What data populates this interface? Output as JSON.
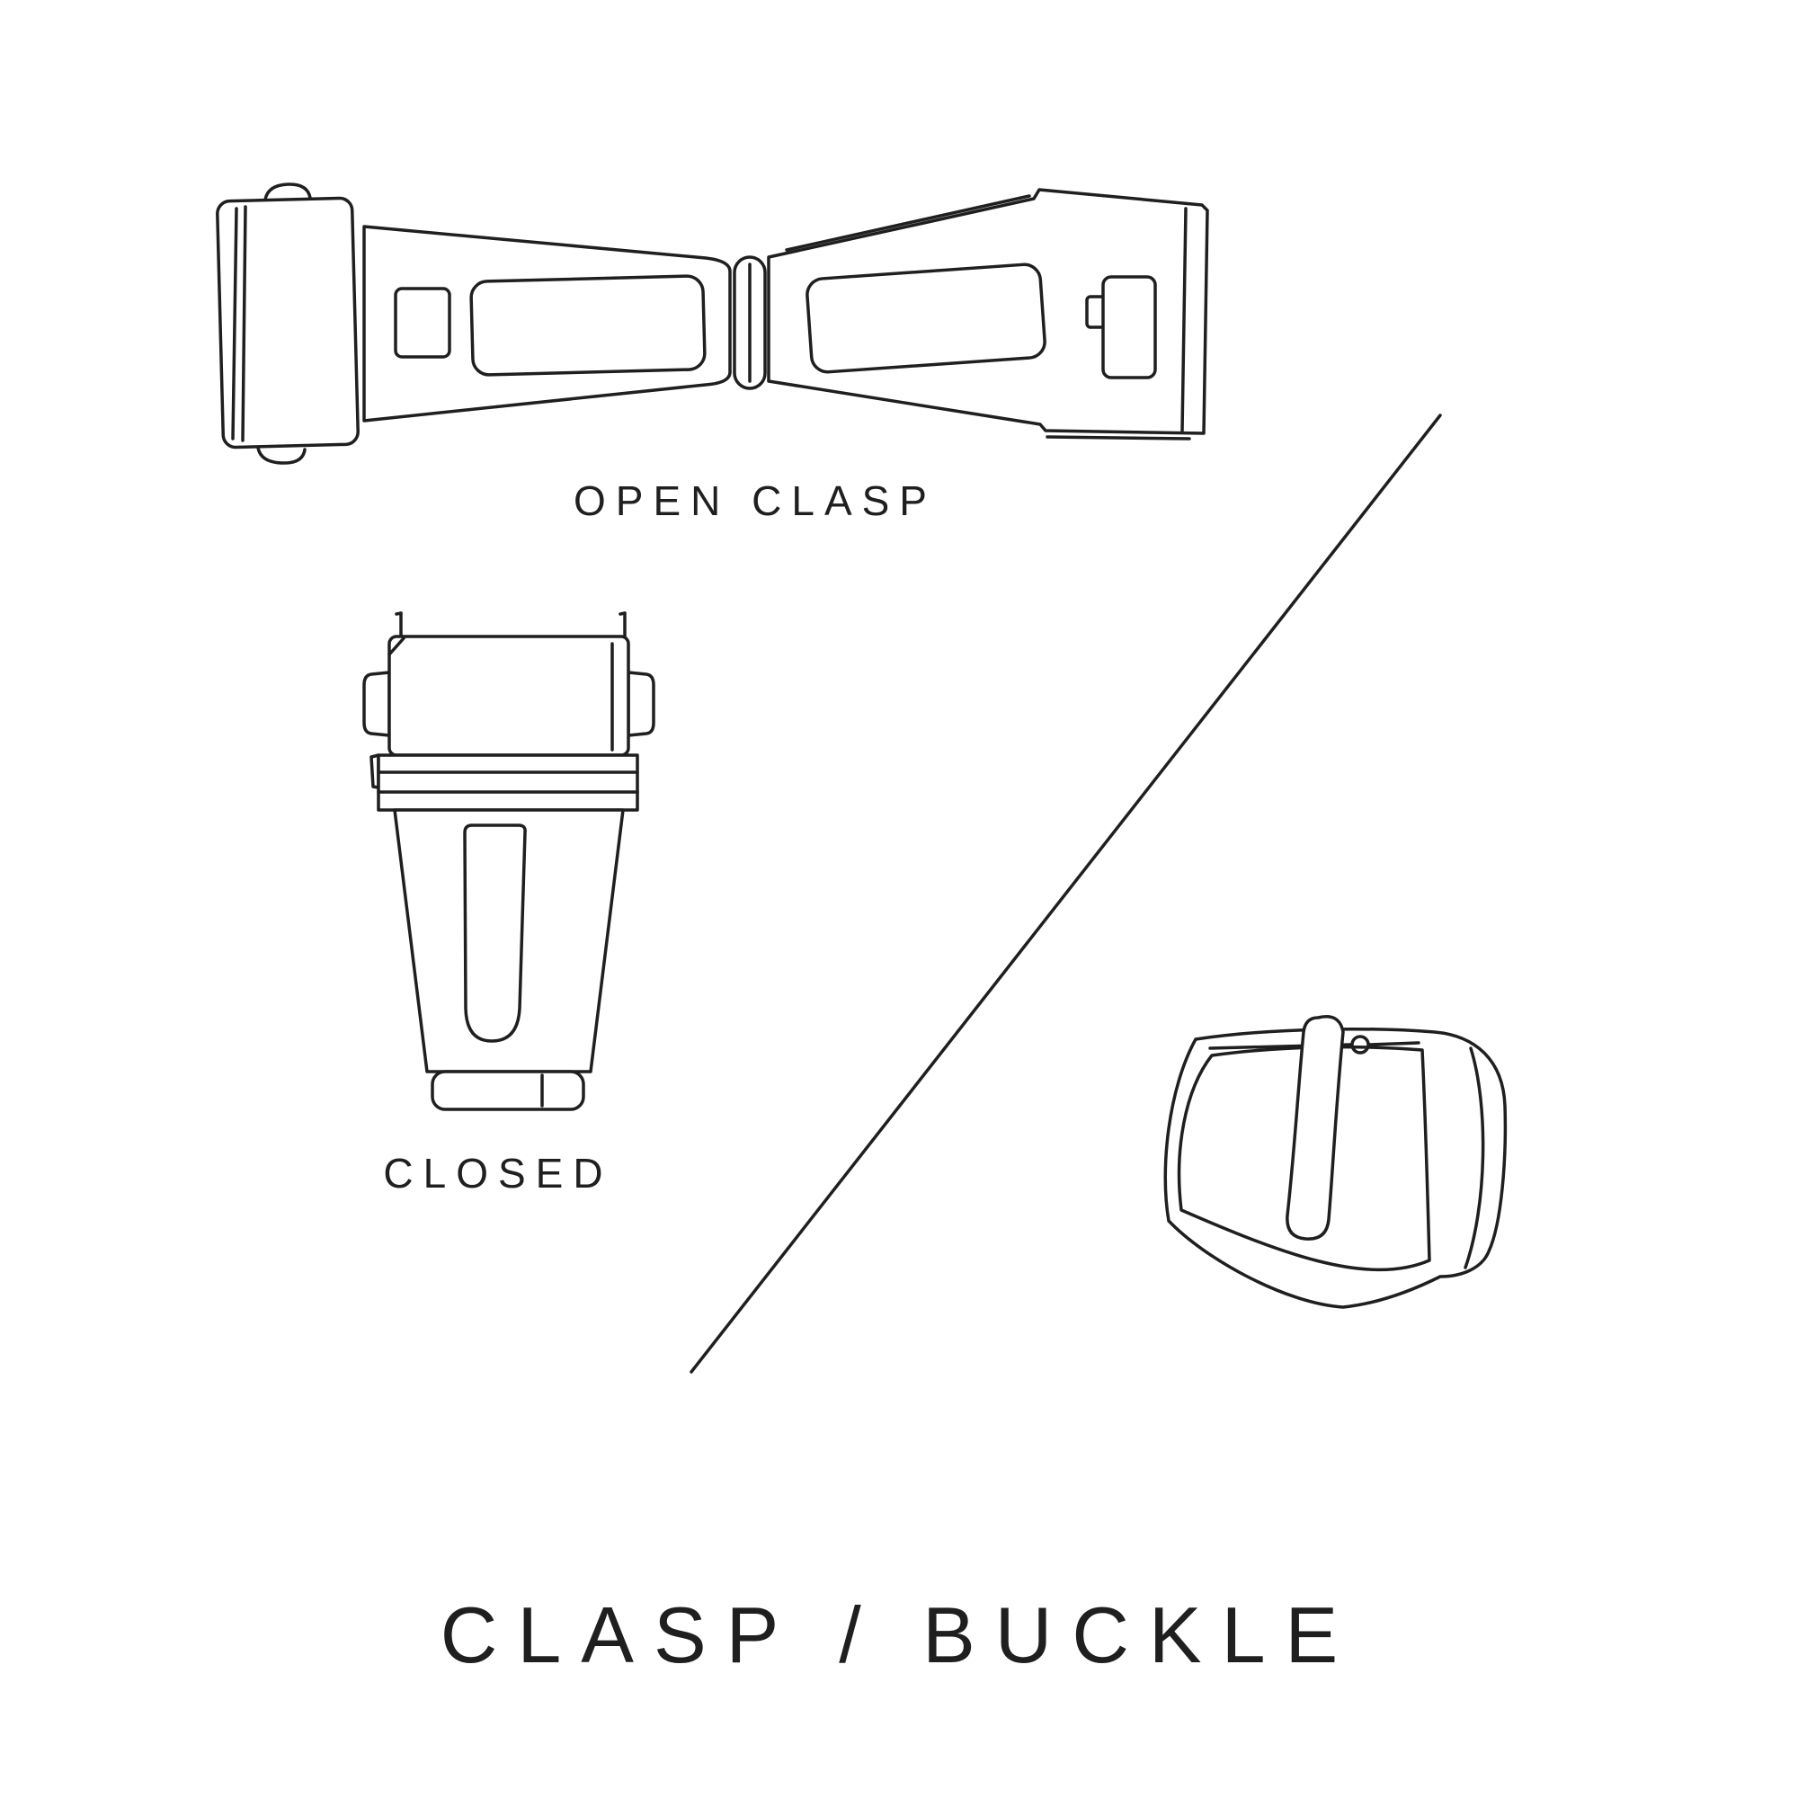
{
  "colors": {
    "background": "#ffffff",
    "ink": "#1f1f1f"
  },
  "labels": {
    "open_clasp": "OPEN CLASP",
    "closed": "CLOSED",
    "title": "CLASP / BUCKLE"
  },
  "figures": [
    {
      "name": "open-clasp-illustration",
      "caption": "OPEN CLASP"
    },
    {
      "name": "closed-clasp-illustration",
      "caption": "CLOSED"
    },
    {
      "name": "buckle-illustration",
      "caption": ""
    },
    {
      "name": "divider-line",
      "caption": ""
    }
  ]
}
